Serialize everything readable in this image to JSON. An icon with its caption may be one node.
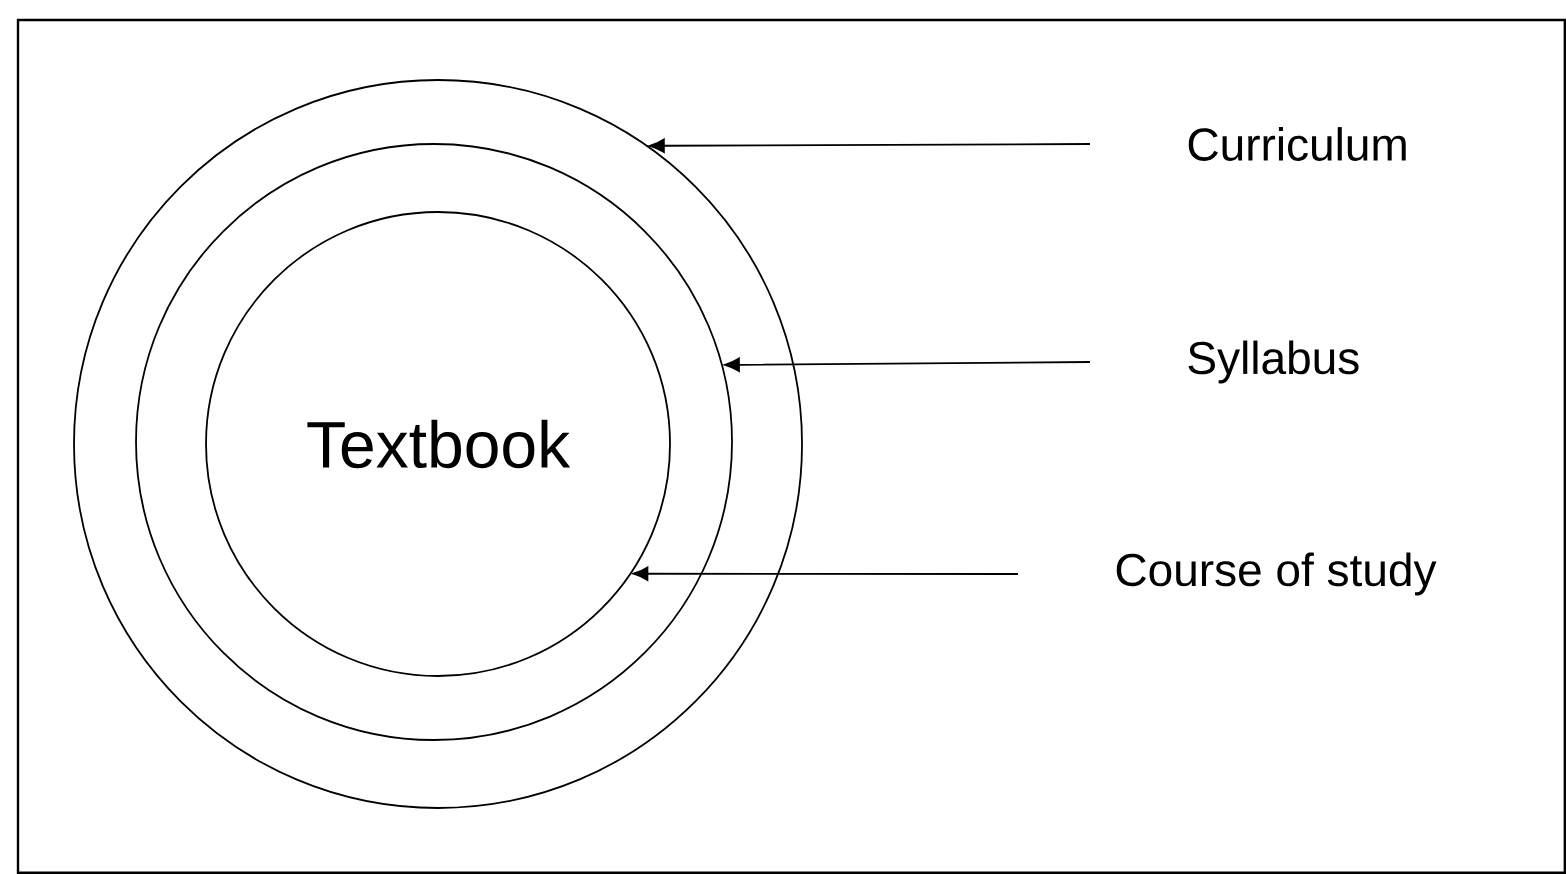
{
  "diagram": {
    "nodes": [
      {
        "text": [],
        "shape": "circle"
      },
      {
        "text": [],
        "shape": "circle",
        "in": 0
      },
      {
        "text": [
          "Textbook"
        ],
        "in": 1
      },
      {
        "text": [
          "Curriculum"
        ]
      },
      {
        "text": [
          "Syllabus"
        ]
      },
      {
        "text": [
          "Course of study"
        ]
      }
    ],
    "edges": [
      {
        "from": 3,
        "to": 0,
        "arrow": "to"
      },
      {
        "from": 4,
        "to": 1,
        "arrow": "to"
      },
      {
        "from": 5,
        "to": 2,
        "arrow": "to"
      }
    ]
  }
}
